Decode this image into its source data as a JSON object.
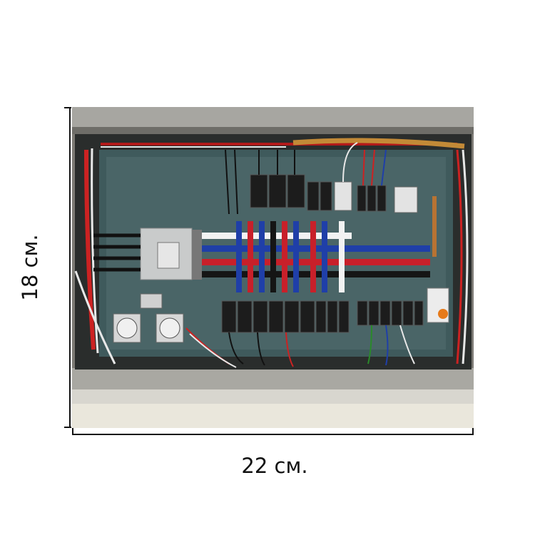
{
  "dimensions": {
    "height_label": "18 см.",
    "width_label": "22 см."
  },
  "photo": {
    "subject": "electrical-distribution-panel"
  },
  "colors": {
    "panel_backplate": "#3f5a5c",
    "enclosure_frame": "#8d8c86",
    "busbar_red": "#c8202a",
    "busbar_blue": "#1f3fa8",
    "busbar_black": "#151515",
    "busbar_white": "#f2f2f2"
  }
}
